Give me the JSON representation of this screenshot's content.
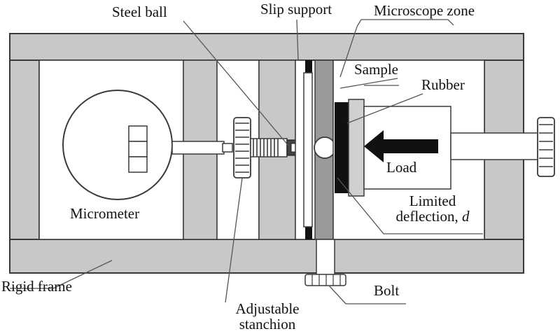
{
  "labels": {
    "steel_ball": "Steel ball",
    "slip_support": "Slip support",
    "microscope_zone": "Microscope zone",
    "sample": "Sample",
    "rubber": "Rubber",
    "load": "Load",
    "limited_deflection_line1": "Limited",
    "limited_deflection_line2": "deflection,",
    "limited_deflection_symbol": "d",
    "micrometer": "Micrometer",
    "rigid_frame": "Rigid frame",
    "bolt": "Bolt",
    "adjustable_stanchion_line1": "Adjustable",
    "adjustable_stanchion_line2": "stanchion"
  },
  "colors": {
    "frame_fill": "#c8c8c8",
    "outline": "#3a3a3a",
    "sample_fill": "#9a9a9a",
    "rubber_fill": "#111111",
    "white": "#ffffff",
    "leader": "#555555"
  }
}
